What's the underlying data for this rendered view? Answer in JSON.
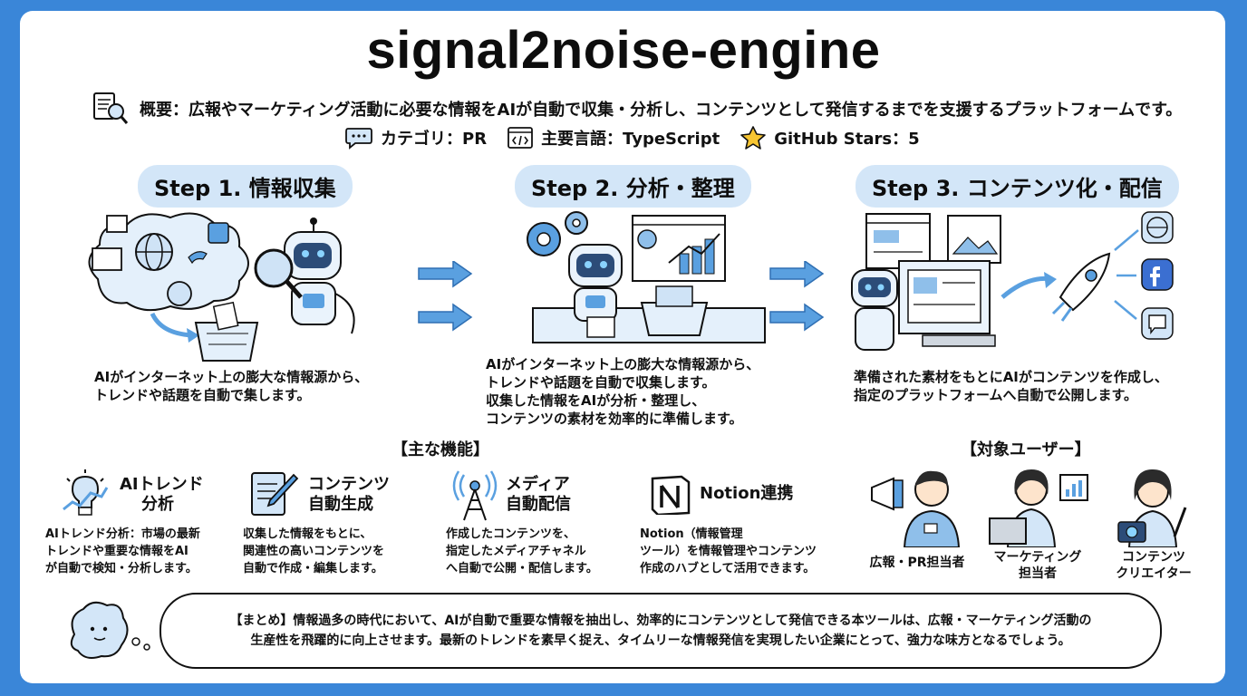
{
  "title": "signal2noise-engine",
  "overview": {
    "text": "概要：広報やマーケティング活動に必要な情報をAIが自動で収集・分析し、コンテンツとして発信するまでを支援するプラットフォームです。",
    "icon": "document-magnifier-icon"
  },
  "meta": {
    "category": "カテゴリ：PR",
    "language": "主要言語：TypeScript",
    "stars": "GitHub Stars：5"
  },
  "steps": [
    {
      "title": "Step 1. 情報収集",
      "lines": [
        "AIがインターネット上の膨大な情報源から、",
        "トレンドや話題を自動で集します。"
      ]
    },
    {
      "title": "Step 2. 分析・整理",
      "lines": [
        "AIがインターネット上の膨大な情報源から、",
        "トレンドや話題を自動で収集します。",
        "収集した情報をAIが分析・整理し、",
        "コンテンツの素材を効率的に準備します。"
      ]
    },
    {
      "title": "Step 3. コンテンツ化・配信",
      "lines": [
        "準備された素材をもとにAIがコンテンツを作成し、",
        "指定のプラットフォームへ自動で公開します。"
      ]
    }
  ],
  "features": {
    "heading": "【主な機能】",
    "items": [
      {
        "title_lines": [
          "AIトレンド",
          "分析"
        ],
        "desc": [
          "AIトレンド分析：市場の最新",
          "トレンドや重要な情報をAI",
          "が自動で検知・分析します。"
        ],
        "icon": "lightbulb-chart-icon"
      },
      {
        "title_lines": [
          "コンテンツ",
          "自動生成"
        ],
        "desc": [
          "収集した情報をもとに、",
          "関連性の高いコンテンツを",
          "自動で作成・編集します。"
        ],
        "icon": "document-pen-icon"
      },
      {
        "title_lines": [
          "メディア",
          "自動配信"
        ],
        "desc": [
          "作成したコンテンツを、",
          "指定したメディアチャネル",
          "へ自動で公開・配信します。"
        ],
        "icon": "antenna-icon"
      },
      {
        "title_lines": [
          "Notion連携"
        ],
        "desc": [
          "Notion（情報管理",
          "ツール）を情報管理やコンテンツ",
          "作成のハブとして活用できます。"
        ],
        "icon": "notion-icon"
      }
    ]
  },
  "users": {
    "heading": "【対象ユーザー】",
    "items": [
      {
        "label_lines": [
          "広報・PR担当者"
        ]
      },
      {
        "label_lines": [
          "マーケティング",
          "担当者"
        ]
      },
      {
        "label_lines": [
          "コンテンツ",
          "クリエイター"
        ]
      }
    ]
  },
  "summary": {
    "lines": [
      "【まとめ】情報過多の時代において、AIが自動で重要な情報を抽出し、効率的にコンテンツとして発信できる本ツールは、広報・マーケティング活動の",
      "生産性を飛躍的に向上させます。最新のトレンドを素早く捉え、タイムリーな情報発信を実現したい企業にとって、強力な味方となるでしょう。"
    ]
  },
  "colors": {
    "background": "#3a86d8",
    "accent": "#d3e6f8",
    "icon_blue": "#5aa0e0"
  }
}
